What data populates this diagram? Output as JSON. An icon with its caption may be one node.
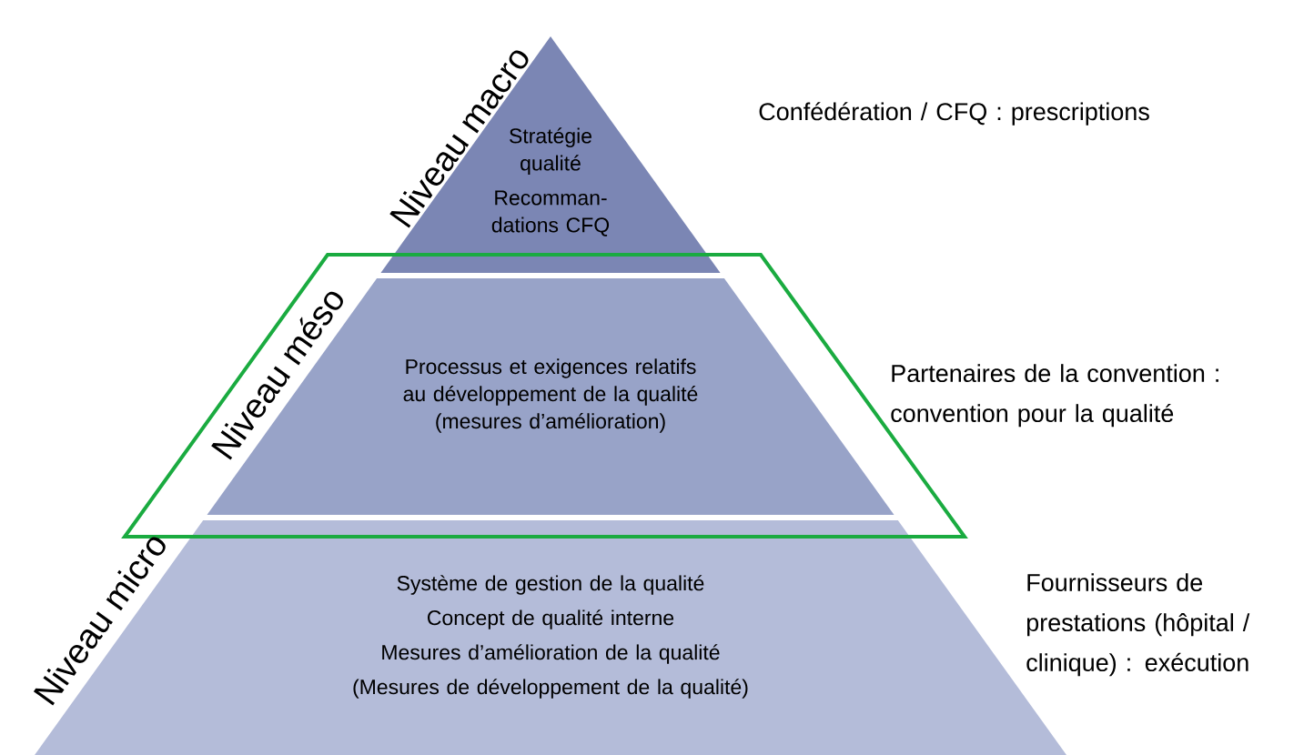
{
  "diagram": {
    "nodes": [
      {
        "text": [
          "Stratégie qualité",
          "Recomman- dations CFQ"
        ],
        "beside": [
          "Confédération / CFQ : prescriptions"
        ]
      },
      {
        "text": [
          "Processus et exigences relatifs au développement de la qualité (mesures d’amélioration)"
        ],
        "beside": [
          "Partenaires de la convention : convention pour la qualité"
        ]
      },
      {
        "text": [
          "Système de gestion de la qualité",
          "Concept de qualité interne",
          "Mesures d’amélioration de la qualité",
          "(Mesures de développement de la qualité)"
        ],
        "beside": [
          "Fournisseurs de prestations (hôpital / clinique) : exécution"
        ]
      }
    ],
    "labels": [
      "Niveau macro",
      "Niveau méso",
      "Niveau micro"
    ]
  }
}
